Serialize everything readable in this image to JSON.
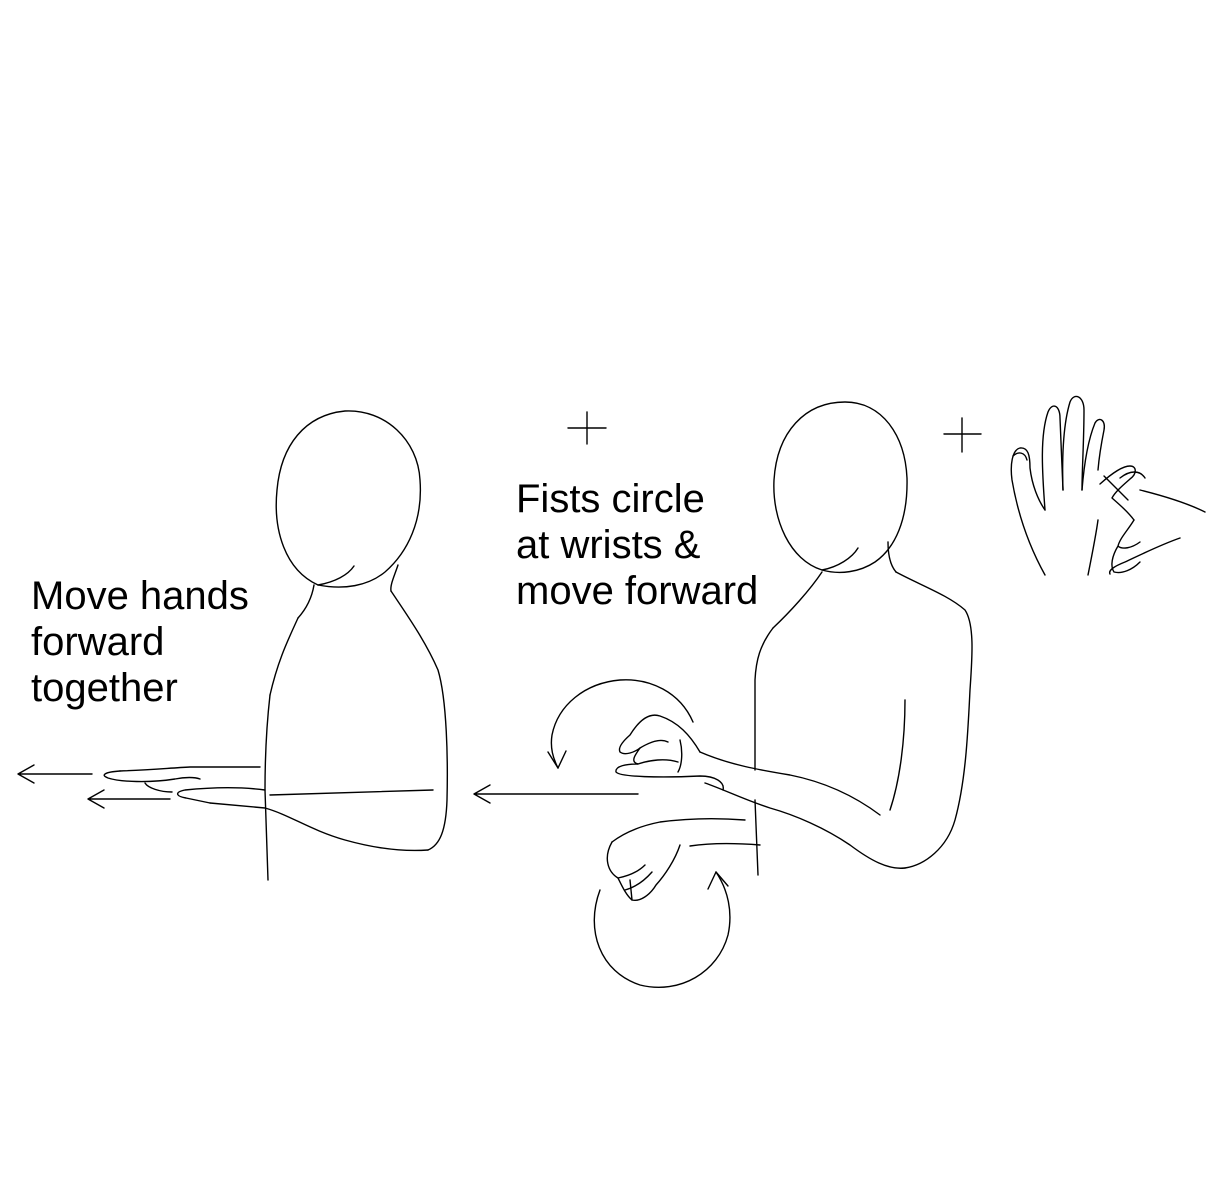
{
  "captions": {
    "left": {
      "lines": [
        "Move hands",
        "forward",
        "together"
      ]
    },
    "right": {
      "lines": [
        "Fists circle",
        "at wrists &",
        "move forward"
      ]
    }
  },
  "colors": {
    "ink": "#000000",
    "background": "#ffffff"
  },
  "icons": [
    "plus-marker-icon",
    "arrow-left-icon",
    "circular-arrow-icon"
  ]
}
